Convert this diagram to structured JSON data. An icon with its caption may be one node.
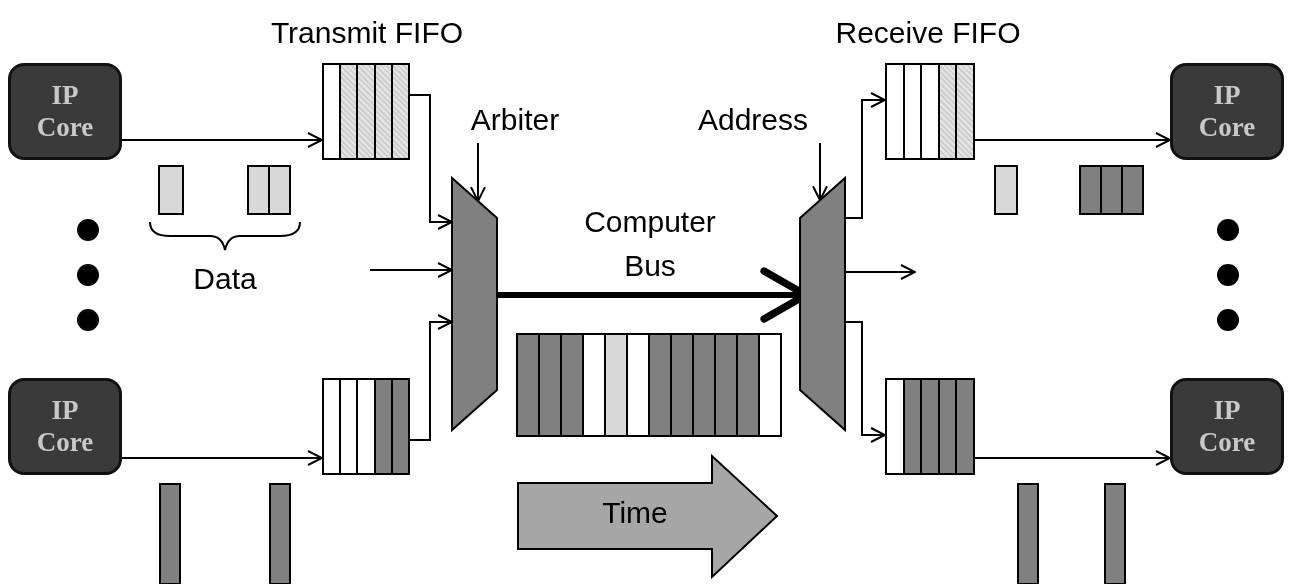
{
  "diagram": {
    "nodes": [
      {
        "text": [
          "IP Core"
        ]
      },
      {
        "text": [
          "IP Core"
        ]
      },
      {
        "text": [
          "Transmit FIFO"
        ]
      },
      {
        "text": [],
        "shape": "box"
      },
      {
        "text": [
          "Arbiter"
        ]
      },
      {
        "text": [],
        "shape": "trapezoid"
      },
      {
        "text": [
          "Address"
        ]
      },
      {
        "text": [],
        "shape": "trapezoid"
      },
      {
        "text": [
          "Receive FIFO"
        ]
      },
      {
        "text": [],
        "shape": "box"
      },
      {
        "text": [
          "IP Core"
        ]
      },
      {
        "text": [
          "IP Core"
        ]
      }
    ],
    "edges": [
      {
        "from": 0,
        "to": 2,
        "arrow": "to"
      },
      {
        "from": 2,
        "to": 5,
        "arrow": "to"
      },
      {
        "from": null,
        "to": 5,
        "arrow": "to"
      },
      {
        "from": 3,
        "to": 5,
        "arrow": "to"
      },
      {
        "from": 1,
        "to": 3,
        "arrow": "to"
      },
      {
        "from": 4,
        "to": 5,
        "arrow": "to"
      },
      {
        "from": 5,
        "to": 7,
        "arrow": "to",
        "label": "Computer Bus",
        "style": "thick"
      },
      {
        "from": 6,
        "to": 7,
        "arrow": "to"
      },
      {
        "from": 7,
        "to": 8,
        "arrow": "to"
      },
      {
        "from": 7,
        "to": null,
        "arrow": "to"
      },
      {
        "from": 7,
        "to": 9,
        "arrow": "to"
      },
      {
        "from": 8,
        "to": 10,
        "arrow": "to"
      },
      {
        "from": 9,
        "to": 11,
        "arrow": "to"
      }
    ],
    "labels": [
      "Data",
      "Time"
    ]
  }
}
